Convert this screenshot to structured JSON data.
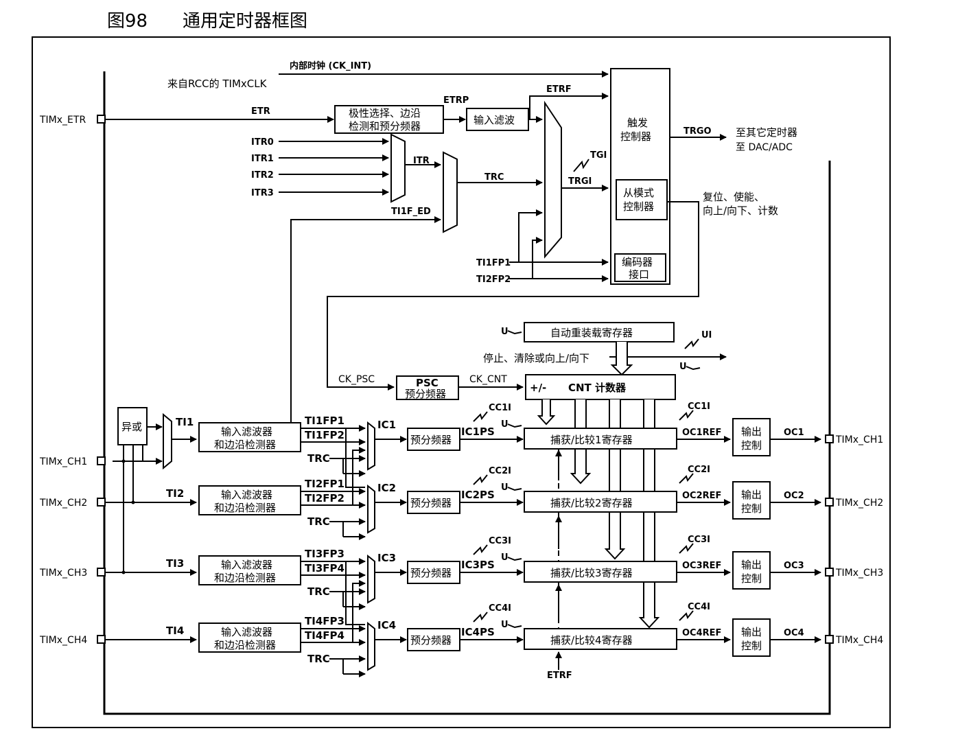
{
  "caption": {
    "number": "图98",
    "title": "通用定时器框图"
  },
  "labels": {
    "ck_int": "内部时钟 (CK_INT)",
    "rcc_clk": "来自RCC的 TIMxCLK",
    "etr": "ETR",
    "etrp": "ETRP",
    "etrf": "ETRF",
    "itr0": "ITR0",
    "itr1": "ITR1",
    "itr2": "ITR2",
    "itr3": "ITR3",
    "itr": "ITR",
    "trc": "TRC",
    "ti1f_ed": "TI1F_ED",
    "tgi": "TGI",
    "trgi": "TRGI",
    "trgo": "TRGO",
    "to_timers": "至其它定时器",
    "to_dac": "至 DAC/ADC",
    "reset_en": "复位、使能、",
    "updown_cnt": "向上/向下、计数",
    "ti1fp1": "TI1FP1",
    "ti2fp2": "TI2FP2",
    "u": "U",
    "ui": "UI",
    "stop_clear": "停止、清除或向上/向下",
    "ck_psc": "CK_PSC",
    "ck_cnt": "CK_CNT",
    "xor": "异或",
    "etrf_bottom": "ETRF"
  },
  "blocks": {
    "polarity_1": "极性选择、边沿",
    "polarity_2": "检测和预分频器",
    "input_filter": "输入滤波",
    "trigger_1": "触发",
    "trigger_2": "控制器",
    "slave_1": "从模式",
    "slave_2": "控制器",
    "encoder_1": "编码器",
    "encoder_2": "接口",
    "autoreload": "自动重装载寄存器",
    "psc_1": "PSC",
    "psc_2": "预分频器",
    "cnt_pm": "+/-",
    "cnt_label": "CNT 计数器"
  },
  "pins": {
    "etr": "TIMx_ETR",
    "ch1_in": "TIMx_CH1",
    "ch2_in": "TIMx_CH2",
    "ch3_in": "TIMx_CH3",
    "ch4_in": "TIMx_CH4",
    "ch1_out": "TIMx_CH1",
    "ch2_out": "TIMx_CH2",
    "ch3_out": "TIMx_CH3",
    "ch4_out": "TIMx_CH4"
  },
  "channels": [
    {
      "ti": "TI1",
      "fp_a": "TI1FP1",
      "fp_b": "TI1FP2",
      "trc": "TRC",
      "ic": "IC1",
      "icps": "IC1PS",
      "cci": "CC1I",
      "u": "U",
      "ccr": "捕获/比较1寄存器",
      "cci_out": "CC1I",
      "ocref": "OC1REF",
      "oc": "OC1",
      "filter_1": "输入滤波器",
      "filter_2": "和边沿检测器",
      "presc": "预分频器",
      "outctl_1": "输出",
      "outctl_2": "控制"
    },
    {
      "ti": "TI2",
      "fp_a": "TI2FP1",
      "fp_b": "TI2FP2",
      "trc": "TRC",
      "ic": "IC2",
      "icps": "IC2PS",
      "cci": "CC2I",
      "u": "U",
      "ccr": "捕获/比较2寄存器",
      "cci_out": "CC2I",
      "ocref": "OC2REF",
      "oc": "OC2",
      "filter_1": "输入滤波器",
      "filter_2": "和边沿检测器",
      "presc": "预分频器",
      "outctl_1": "输出",
      "outctl_2": "控制"
    },
    {
      "ti": "TI3",
      "fp_a": "TI3FP3",
      "fp_b": "TI3FP4",
      "trc": "TRC",
      "ic": "IC3",
      "icps": "IC3PS",
      "cci": "CC3I",
      "u": "U",
      "ccr": "捕获/比较3寄存器",
      "cci_out": "CC3I",
      "ocref": "OC3REF",
      "oc": "OC3",
      "filter_1": "输入滤波器",
      "filter_2": "和边沿检测器",
      "presc": "预分频器",
      "outctl_1": "输出",
      "outctl_2": "控制"
    },
    {
      "ti": "TI4",
      "fp_a": "TI4FP3",
      "fp_b": "TI4FP4",
      "trc": "TRC",
      "ic": "IC4",
      "icps": "IC4PS",
      "cci": "CC4I",
      "u": "U",
      "ccr": "捕获/比较4寄存器",
      "cci_out": "CC4I",
      "ocref": "OC4REF",
      "oc": "OC4",
      "filter_1": "输入滤波器",
      "filter_2": "和边沿检测器",
      "presc": "预分频器",
      "outctl_1": "输出",
      "outctl_2": "控制"
    }
  ]
}
